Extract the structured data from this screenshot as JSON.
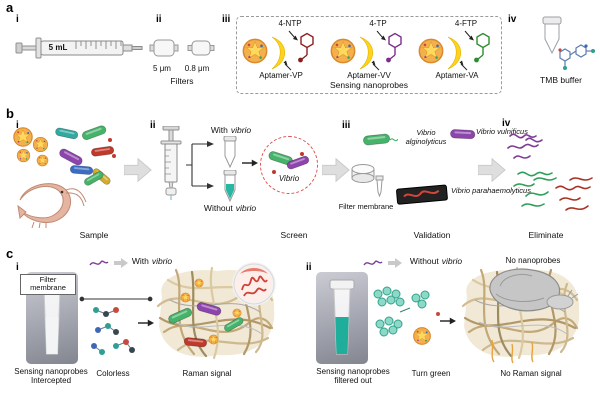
{
  "colors": {
    "nanoprobe_orange": "#f5b04c",
    "aptamer_yellow": "#ffd21e",
    "vibrio_green": "#46b36a",
    "vibrio_purple": "#8e44ad",
    "vibrio_red": "#c0392b",
    "tmb_liquid_green": "#1fae9b",
    "mesh_tan": "#cdb98e",
    "flow_arrow_gray": "#dedede",
    "dashed_circle_red": "#e05252"
  },
  "panel_a": {
    "label": "a",
    "i": {
      "label": "i",
      "syringe_text": "5 mL"
    },
    "ii": {
      "label": "ii",
      "size1": "5 μm",
      "size2": "0.8 μm",
      "caption": "Filters"
    },
    "iii": {
      "label": "iii",
      "caption": "Sensing nanoprobes",
      "probes": [
        {
          "raman_tag": "4-NTP",
          "aptamer": "Aptamer-VP"
        },
        {
          "raman_tag": "4-TP",
          "aptamer": "Aptamer-VV"
        },
        {
          "raman_tag": "4-FTP",
          "aptamer": "Aptamer-VA"
        }
      ]
    },
    "iv": {
      "label": "iv",
      "caption": "TMB buffer"
    }
  },
  "panel_b": {
    "label": "b",
    "i": {
      "label": "i",
      "caption": "Sample"
    },
    "ii": {
      "label": "ii",
      "with_prefix": "With",
      "without_prefix": "Without",
      "vibrio_word": "vibrio",
      "circle_label": "Vibrio",
      "caption": "Screen"
    },
    "iii": {
      "label": "iii",
      "filter_label": "Filter membrane",
      "species_green": "Vibrio alginolyticus",
      "species_purple": "Vibrio vulnificus",
      "species_red": "Vibrio parahaemolyticus",
      "caption": "Validation"
    },
    "iv": {
      "label": "iv",
      "caption": "Eliminate"
    }
  },
  "panel_c": {
    "label": "c",
    "i": {
      "label": "i",
      "header_prefix": "With",
      "header_italic": "vibrio",
      "filter_label": "Filter membrane",
      "probe_caption": "Sensing nanoprobes Intercepted",
      "result": "Colorless",
      "signal": "Raman signal"
    },
    "ii": {
      "label": "ii",
      "header_prefix": "Without",
      "header_italic": "vibrio",
      "no_probes": "No nanoprobes",
      "probe_caption": "Sensing nanoprobes filtered out",
      "result": "Turn green",
      "signal": "No Raman signal"
    }
  }
}
